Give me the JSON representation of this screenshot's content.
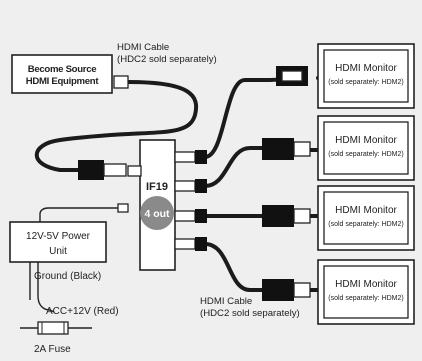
{
  "source": {
    "line1": "Become Source",
    "line2": "HDMI Equipment"
  },
  "cable_top": {
    "line1": "HDMI Cable",
    "line2": "(HDC2 sold separately)"
  },
  "cable_bottom": {
    "line1": "HDMI Cable",
    "line2": "(HDC2 sold separately)"
  },
  "splitter": {
    "name": "IF19",
    "badge": "4 out"
  },
  "power": {
    "line1": "12V-5V Power",
    "line2": "Unit"
  },
  "ground_label": "Ground (Black)",
  "acc_label": "ACC+12V (Red)",
  "fuse_label": "2A Fuse",
  "monitors": [
    {
      "title": "HDMI Monitor",
      "note": "(sold separately: HDM2)"
    },
    {
      "title": "HDMI Monitor",
      "note": "(sold separately: HDM2)"
    },
    {
      "title": "HDMI Monitor",
      "note": "(sold separately: HDM2)"
    },
    {
      "title": "HDMI Monitor",
      "note": "(sold separately: HDM2)"
    }
  ]
}
